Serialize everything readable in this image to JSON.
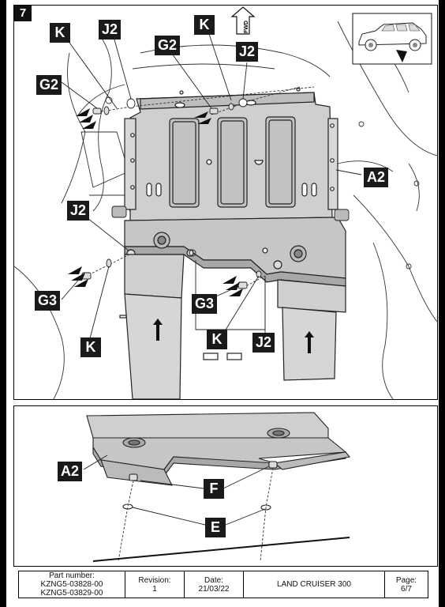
{
  "step_number": "7",
  "fwd_label": "FWD",
  "labels": {
    "k_top_left": "K",
    "j2_top_left": "J2",
    "g2_left": "G2",
    "g2_center": "G2",
    "k_top_center": "K",
    "j2_top_right": "J2",
    "a2_top": "A2",
    "j2_mid_left": "J2",
    "g3_left": "G3",
    "g3_center": "G3",
    "k_bottom_left": "K",
    "k_bottom_center": "K",
    "j2_bottom_right": "J2",
    "a2_bottom": "A2",
    "f": "F",
    "e": "E"
  },
  "info_table": {
    "part_number_label": "Part number:",
    "part_number_1": "KZNG5-03828-00",
    "part_number_2": "KZNG5-03829-00",
    "revision_label": "Revision:",
    "revision_value": "1",
    "date_label": "Date:",
    "date_value": "21/03/22",
    "vehicle": "LAND CRUISER 300",
    "page_label": "Page:",
    "page_value": "6/7"
  }
}
